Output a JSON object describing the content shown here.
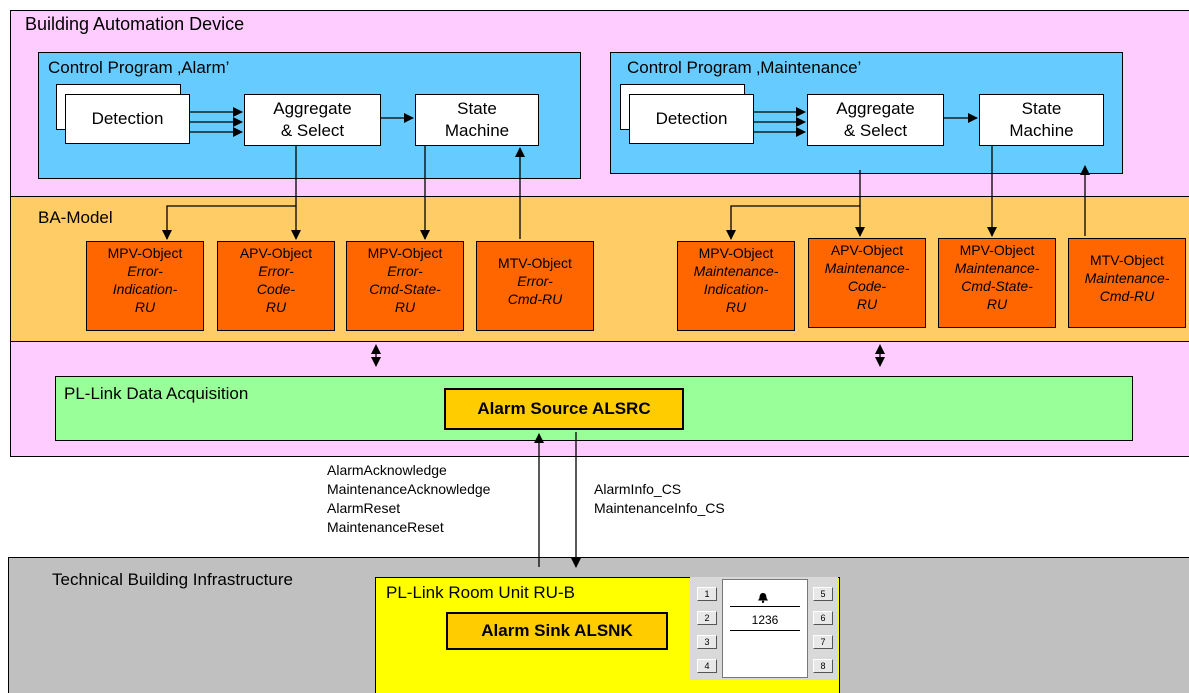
{
  "device": {
    "title": "Building Automation Device"
  },
  "alarm_program": {
    "title": "Control Program ‚Alarm’",
    "detection": "Detection",
    "aggregate": "Aggregate\n& Select",
    "state_machine": "State\nMachine"
  },
  "maint_program": {
    "title": "Control Program ‚Maintenance’",
    "detection": "Detection",
    "aggregate": "Aggregate\n& Select",
    "state_machine": "State\nMachine"
  },
  "ba_model": {
    "title": "BA-Model",
    "objects": [
      {
        "type": "MPV-Object",
        "name": "Error-\nIndication-\nRU"
      },
      {
        "type": "APV-Object",
        "name": "Error-\nCode-\nRU"
      },
      {
        "type": "MPV-Object",
        "name": "Error-\nCmd-State-\nRU"
      },
      {
        "type": "MTV-Object",
        "name": "Error-\nCmd-RU"
      },
      {
        "type": "MPV-Object",
        "name": "Maintenance-\nIndication-\nRU"
      },
      {
        "type": "APV-Object",
        "name": "Maintenance-\nCode-\nRU"
      },
      {
        "type": "MPV-Object",
        "name": "Maintenance-\nCmd-State-\nRU"
      },
      {
        "type": "MTV-Object",
        "name": "Maintenance-\nCmd-RU"
      }
    ]
  },
  "pl_link": {
    "title": "PL-Link Data Acquisition",
    "alarm_source": "Alarm Source ALSRC"
  },
  "commands_up": [
    "AlarmAcknowledge",
    "MaintenanceAcknowledge",
    "AlarmReset",
    "MaintenanceReset"
  ],
  "info_down": [
    "AlarmInfo_CS",
    "MaintenanceInfo_CS"
  ],
  "infrastructure": {
    "title": "Technical Building Infrastructure"
  },
  "room_unit": {
    "title": "PL-Link Room Unit RU-B",
    "alarm_sink": "Alarm Sink ALSNK",
    "display_value": "1236",
    "keys_left": [
      "1",
      "2",
      "3",
      "4"
    ],
    "keys_right": [
      "5",
      "6",
      "7",
      "8"
    ]
  }
}
